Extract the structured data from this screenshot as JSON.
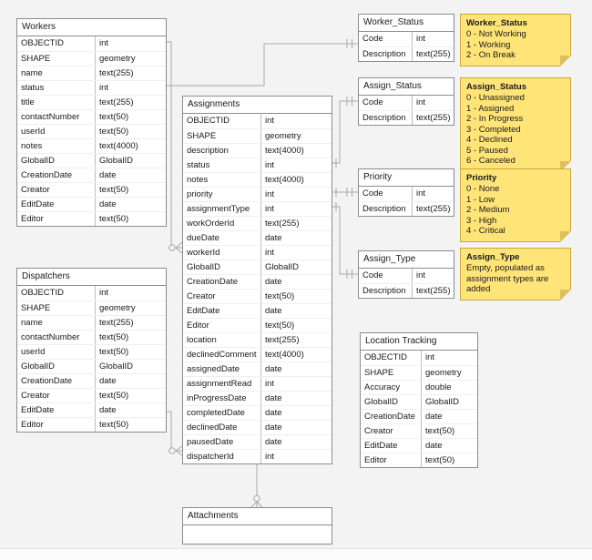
{
  "colors": {
    "canvas": "#f3f3f3",
    "table_fill": "#ffffff",
    "table_border": "#8c8c8c",
    "note_fill": "#ffe478",
    "note_border": "#c7a73e",
    "connector": "#a8a8a8"
  },
  "tables": {
    "workers": {
      "title": "Workers",
      "fields": [
        [
          "OBJECTID",
          "int"
        ],
        [
          "SHAPE",
          "geometry"
        ],
        [
          "name",
          "text(255)"
        ],
        [
          "status",
          "int"
        ],
        [
          "title",
          "text(255)"
        ],
        [
          "contactNumber",
          "text(50)"
        ],
        [
          "userId",
          "text(50)"
        ],
        [
          "notes",
          "text(4000)"
        ],
        [
          "GlobalID",
          "GlobalID"
        ],
        [
          "CreationDate",
          "date"
        ],
        [
          "Creator",
          "text(50)"
        ],
        [
          "EditDate",
          "date"
        ],
        [
          "Editor",
          "text(50)"
        ]
      ]
    },
    "dispatchers": {
      "title": "Dispatchers",
      "fields": [
        [
          "OBJECTID",
          "int"
        ],
        [
          "SHAPE",
          "geometry"
        ],
        [
          "name",
          "text(255)"
        ],
        [
          "contactNumber",
          "text(50)"
        ],
        [
          "userId",
          "text(50)"
        ],
        [
          "GlobalID",
          "GlobalID"
        ],
        [
          "CreationDate",
          "date"
        ],
        [
          "Creator",
          "text(50)"
        ],
        [
          "EditDate",
          "date"
        ],
        [
          "Editor",
          "text(50)"
        ]
      ]
    },
    "assignments": {
      "title": "Assignments",
      "fields": [
        [
          "OBJECTID",
          "int"
        ],
        [
          "SHAPE",
          "geometry"
        ],
        [
          "description",
          "text(4000)"
        ],
        [
          "status",
          "int"
        ],
        [
          "notes",
          "text(4000)"
        ],
        [
          "priority",
          "int"
        ],
        [
          "assignmentType",
          "int"
        ],
        [
          "workOrderId",
          "text(255)"
        ],
        [
          "dueDate",
          "date"
        ],
        [
          "workerId",
          "int"
        ],
        [
          "GlobalID",
          "GlobalID"
        ],
        [
          "CreationDate",
          "date"
        ],
        [
          "Creator",
          "text(50)"
        ],
        [
          "EditDate",
          "date"
        ],
        [
          "Editor",
          "text(50)"
        ],
        [
          "location",
          "text(255)"
        ],
        [
          "declinedComment",
          "text(4000)"
        ],
        [
          "assignedDate",
          "date"
        ],
        [
          "assignmentRead",
          "int"
        ],
        [
          "inProgressDate",
          "date"
        ],
        [
          "completedDate",
          "date"
        ],
        [
          "declinedDate",
          "date"
        ],
        [
          "pausedDate",
          "date"
        ],
        [
          "dispatcherId",
          "int"
        ]
      ]
    },
    "worker_status": {
      "title": "Worker_Status",
      "fields": [
        [
          "Code",
          "int"
        ],
        [
          "Description",
          "text(255)"
        ]
      ]
    },
    "assign_status": {
      "title": "Assign_Status",
      "fields": [
        [
          "Code",
          "int"
        ],
        [
          "Description",
          "text(255)"
        ]
      ]
    },
    "priority": {
      "title": "Priority",
      "fields": [
        [
          "Code",
          "int"
        ],
        [
          "Description",
          "text(255)"
        ]
      ]
    },
    "assign_type": {
      "title": "Assign_Type",
      "fields": [
        [
          "Code",
          "int"
        ],
        [
          "Description",
          "text(255)"
        ]
      ]
    },
    "location_tracking": {
      "title": "Location Tracking",
      "fields": [
        [
          "OBJECTID",
          "int"
        ],
        [
          "SHAPE",
          "geometry"
        ],
        [
          "Accuracy",
          "double"
        ],
        [
          "GlobalID",
          "GlobalID"
        ],
        [
          "CreationDate",
          "date"
        ],
        [
          "Creator",
          "text(50)"
        ],
        [
          "EditDate",
          "date"
        ],
        [
          "Editor",
          "text(50)"
        ]
      ]
    },
    "attachments": {
      "title": "Attachments",
      "fields": []
    }
  },
  "notes": {
    "worker_status": {
      "title": "Worker_Status",
      "lines": [
        "0 - Not Working",
        "1 - Working",
        "2 - On Break"
      ]
    },
    "assign_status": {
      "title": "Assign_Status",
      "lines": [
        "0 - Unassigned",
        "1 - Assigned",
        "2 - In Progress",
        "3 - Completed",
        "4 - Declined",
        "5 - Paused",
        "6 - Canceled"
      ]
    },
    "priority": {
      "title": "Priority",
      "lines": [
        "0 - None",
        "1 - Low",
        "2 - Medium",
        "3 - High",
        "4 - Critical"
      ]
    },
    "assign_type": {
      "title": "Assign_Type",
      "lines": [
        "Empty, populated as assignment types are added"
      ]
    }
  }
}
